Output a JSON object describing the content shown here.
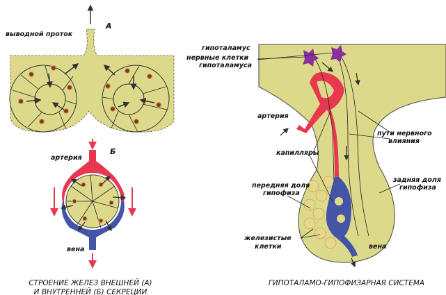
{
  "left": {
    "label_a": "А",
    "duct_label": "выводной проток",
    "label_b": "Б",
    "artery_label": "артерия",
    "vein_label": "вена",
    "caption_line1": "СТРОЕНИЕ ЖЕЛЕЗ ВНЕШНЕЙ (А)",
    "caption_line2": "И ВНУТРЕННЕЙ (Б) СЕКРЕЦИИ"
  },
  "right": {
    "hypothalamus": "гипоталамус",
    "nerve_cells_line1": "нервные клетки",
    "nerve_cells_line2": "гипоталамуса",
    "artery": "артерия",
    "capillaries": "капилляры",
    "nerve_paths_line1": "пути нервного",
    "nerve_paths_line2": "влияния",
    "posterior_line1": "задняя доля",
    "posterior_line2": "гипофиза",
    "anterior_line1": "передняя доля",
    "anterior_line2": "гипофиза",
    "glandular_line1": "железистые",
    "glandular_line2": "клетки",
    "vein": "вена",
    "caption": "ГИПОТАЛАМО-ГИПОФИЗАРНАЯ СИСТЕМА"
  },
  "colors": {
    "tissue": "#ddd98a",
    "artery": "#e8384f",
    "vein": "#4455a8",
    "neuron": "#8a2fa0"
  }
}
